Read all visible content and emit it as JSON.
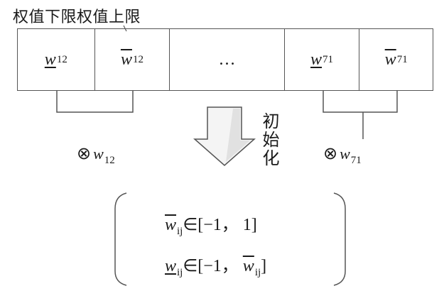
{
  "header": {
    "label": "权值下限权值上限"
  },
  "cells": {
    "w12_lower": {
      "base": "w",
      "sub": "12"
    },
    "w12_upper": {
      "base": "w",
      "sub": "12"
    },
    "ellipsis": "…",
    "w71_lower": {
      "base": "w",
      "sub": "71"
    },
    "w71_upper": {
      "base": "w",
      "sub": "71"
    }
  },
  "arrow_label": "初始化",
  "combine_left": {
    "symbol": "⊗",
    "base": "w",
    "sub": "12"
  },
  "combine_right": {
    "symbol": "⊗",
    "base": "w",
    "sub": "71"
  },
  "init_box": {
    "upper_rule": {
      "base": "w",
      "sub": "ij",
      "range": "∈[−1， 1]"
    },
    "lower_rule": {
      "base": "w",
      "sub": "ij",
      "range_prefix": "∈[−1， ",
      "range_var": "w",
      "range_var_sub": "ij",
      "range_suffix": "]"
    }
  }
}
